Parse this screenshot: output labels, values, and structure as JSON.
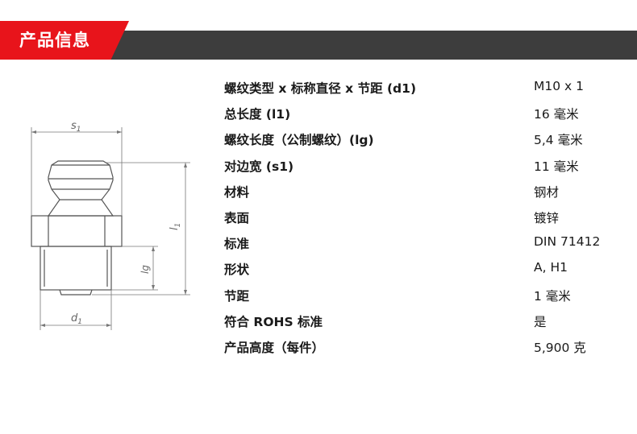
{
  "header": {
    "title": "产品信息"
  },
  "drawing": {
    "labels": {
      "s1": "s",
      "l1": "l",
      "lg": "lg",
      "d1": "d",
      "sub": "1"
    }
  },
  "specs": [
    {
      "label": "螺纹类型 x 标称直径 x 节距 (d1)",
      "value": "M10 x 1"
    },
    {
      "label": "总长度 (l1)",
      "value": "16 毫米"
    },
    {
      "label": "螺纹长度（公制螺纹）(lg)",
      "value": "5,4 毫米"
    },
    {
      "label": "对边宽 (s1)",
      "value": "11 毫米"
    },
    {
      "label": "材料",
      "value": "钢材"
    },
    {
      "label": "表面",
      "value": "镀锌"
    },
    {
      "label": "标准",
      "value": "DIN 71412"
    },
    {
      "label": "形状",
      "value": "A,  H1"
    },
    {
      "label": "节距",
      "value": "1 毫米"
    },
    {
      "label": "符合 ROHS 标准",
      "value": "是"
    },
    {
      "label": "产品高度（每件）",
      "value": "5,900 克"
    }
  ]
}
